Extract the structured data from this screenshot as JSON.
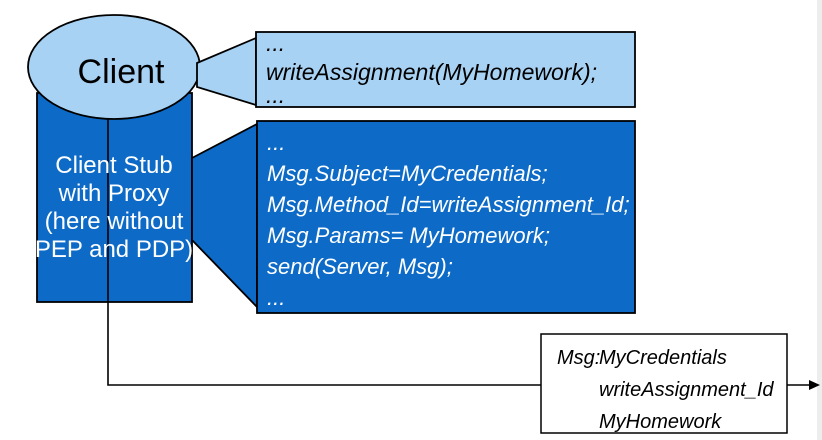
{
  "colors": {
    "light_blue": "#a8d2f4",
    "dark_blue": "#0d6bc7",
    "outline": "#000000",
    "text_on_dark": "#ffffff",
    "edge_strip": "#ededed"
  },
  "client": {
    "label": "Client"
  },
  "client_stub": {
    "lines": [
      "Client Stub",
      "with Proxy",
      "(here without",
      "PEP and PDP)"
    ]
  },
  "app_code_callout": {
    "lines": [
      "...",
      "writeAssignment(MyHomework);",
      "..."
    ]
  },
  "stub_code_callout": {
    "lines": [
      "...",
      "Msg.Subject=MyCredentials;",
      "Msg.Method_Id=writeAssignment_Id;",
      "Msg.Params= MyHomework;",
      "send(Server, Msg);",
      "..."
    ]
  },
  "message_box": {
    "label": "Msg:",
    "values": [
      "MyCredentials",
      "writeAssignment_Id",
      "MyHomework"
    ]
  }
}
